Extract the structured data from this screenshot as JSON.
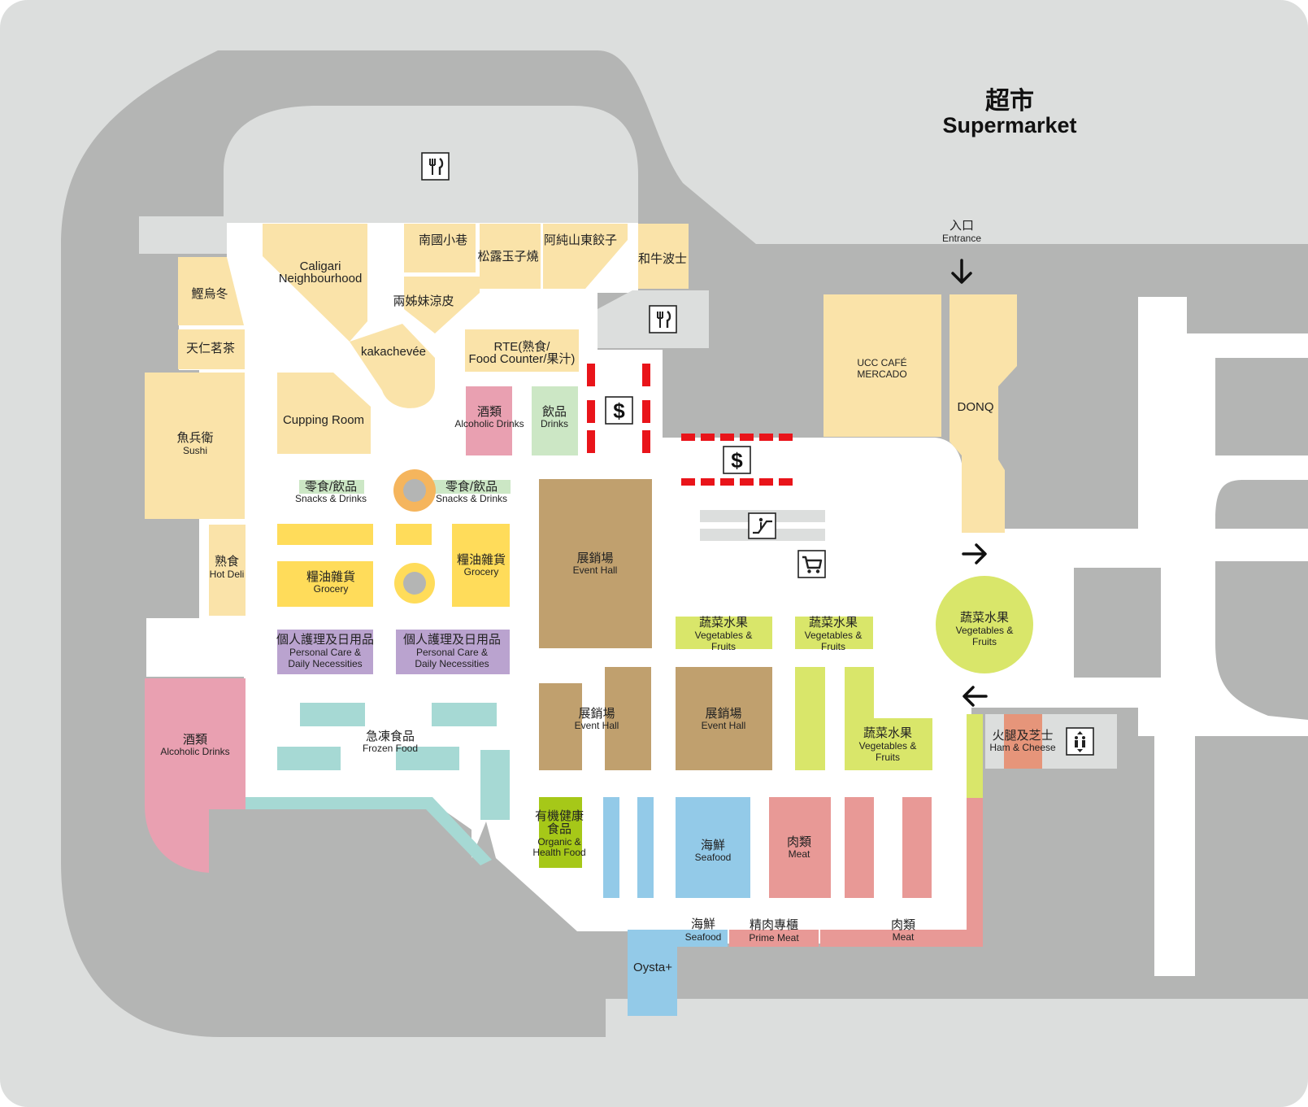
{
  "title": {
    "zh": "超市",
    "en": "Supermarket"
  },
  "entrance": {
    "zh": "入口",
    "en": "Entrance"
  },
  "colors": {
    "background": "#dcdedd",
    "mall": "#b4b5b4",
    "floor": "#ffffff",
    "shop": "#fae3a9",
    "grocery": "#ffdc5a",
    "snacks": "#cce7c5",
    "alcohol": "#e9a0b1",
    "drinks": "#cce7c5",
    "personal": "#baa3cf",
    "frozen": "#a6d9d4",
    "event": "#c0a06e",
    "veg": "#d9e66a",
    "organic": "#a6c818",
    "seafood": "#93cae8",
    "meat": "#e89996",
    "ham": "#e6957a",
    "checkout": "#e9141a"
  },
  "labels": {
    "caligari": "Caligari",
    "caligari2": "Neighbourhood",
    "nanguo": "南國小巷",
    "songlu": "松露玉子燒",
    "achun": "阿純山東餃子",
    "wagyu": "和牛波士",
    "liangzi": "兩姊妹涼皮",
    "kakachevee": "kakachevée",
    "udon": "鰹烏冬",
    "tianren": "天仁茗茶",
    "sushi_zh": "魚兵衛",
    "sushi_en": "Sushi",
    "cupping": "Cupping Room",
    "rte1": "RTE(熟食/",
    "rte2": "Food Counter/果汁)",
    "alcohol_zh": "酒類",
    "alcohol_en": "Alcoholic Drinks",
    "drinks_zh": "飲品",
    "drinks_en": "Drinks",
    "snacks_zh": "零食/飲品",
    "snacks_en": "Snacks & Drinks",
    "hotdeli_zh": "熟食",
    "hotdeli_en": "Hot Deli",
    "grocery_zh": "糧油雜貨",
    "grocery_en": "Grocery",
    "personal_zh": "個人護理及日用品",
    "personal_en1": "Personal Care &",
    "personal_en2": "Daily Necessities",
    "frozen_zh": "急凍食品",
    "frozen_en": "Frozen Food",
    "event_zh": "展銷場",
    "event_en": "Event Hall",
    "veg_zh": "蔬菜水果",
    "veg_en1": "Vegetables &",
    "veg_en2": "Fruits",
    "organic_zh1": "有機健康",
    "organic_zh2": "食品",
    "organic_en1": "Organic &",
    "organic_en2": "Health Food",
    "seafood_zh": "海鮮",
    "seafood_en": "Seafood",
    "meat_zh": "肉類",
    "meat_en": "Meat",
    "prime_zh": "精肉專櫃",
    "prime_en": "Prime Meat",
    "oysta": "Oysta+",
    "ham_zh": "火腿及芝士",
    "ham_en": "Ham & Cheese",
    "ucc1": "UCC CAFÉ",
    "ucc2": "MERCADO",
    "donq": "DONQ"
  },
  "icons": {
    "restaurant": "fork-knife-icon",
    "cashier": "dollar-icon",
    "escalator": "escalator-icon",
    "trolley": "shopping-cart-icon",
    "lift": "elevator-icon"
  },
  "checkout_symbol": "$"
}
